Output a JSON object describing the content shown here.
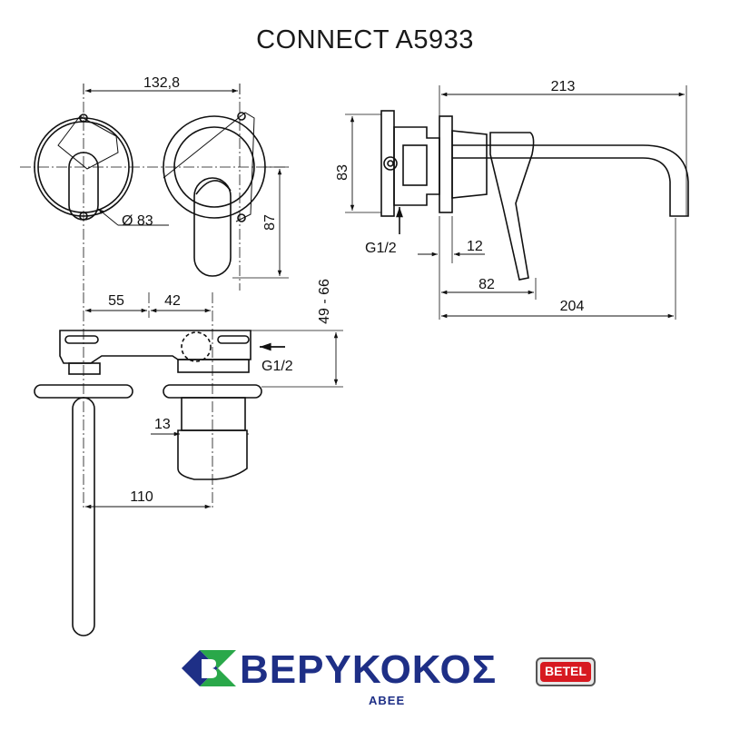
{
  "title": "CONNECT A5933",
  "dimensions": {
    "top_width": "132,8",
    "diameter": "Ø 83",
    "height_87": "87",
    "side_total": "213",
    "side_83": "83",
    "side_g": "G1/2",
    "side_12": "12",
    "side_82": "82",
    "side_204": "204",
    "plan_55": "55",
    "plan_42": "42",
    "plan_range": "49 - 66",
    "plan_g": "G1/2",
    "plan_13": "13",
    "plan_110": "110"
  },
  "logo": {
    "name": "ΒΕΡΥΚΟΚΟΣ",
    "sub": "ABEE",
    "badge": "BETEL",
    "colors": {
      "brand_blue": "#1e2f86",
      "badge_red": "#d71920",
      "icon_green": "#2aa84a"
    }
  }
}
